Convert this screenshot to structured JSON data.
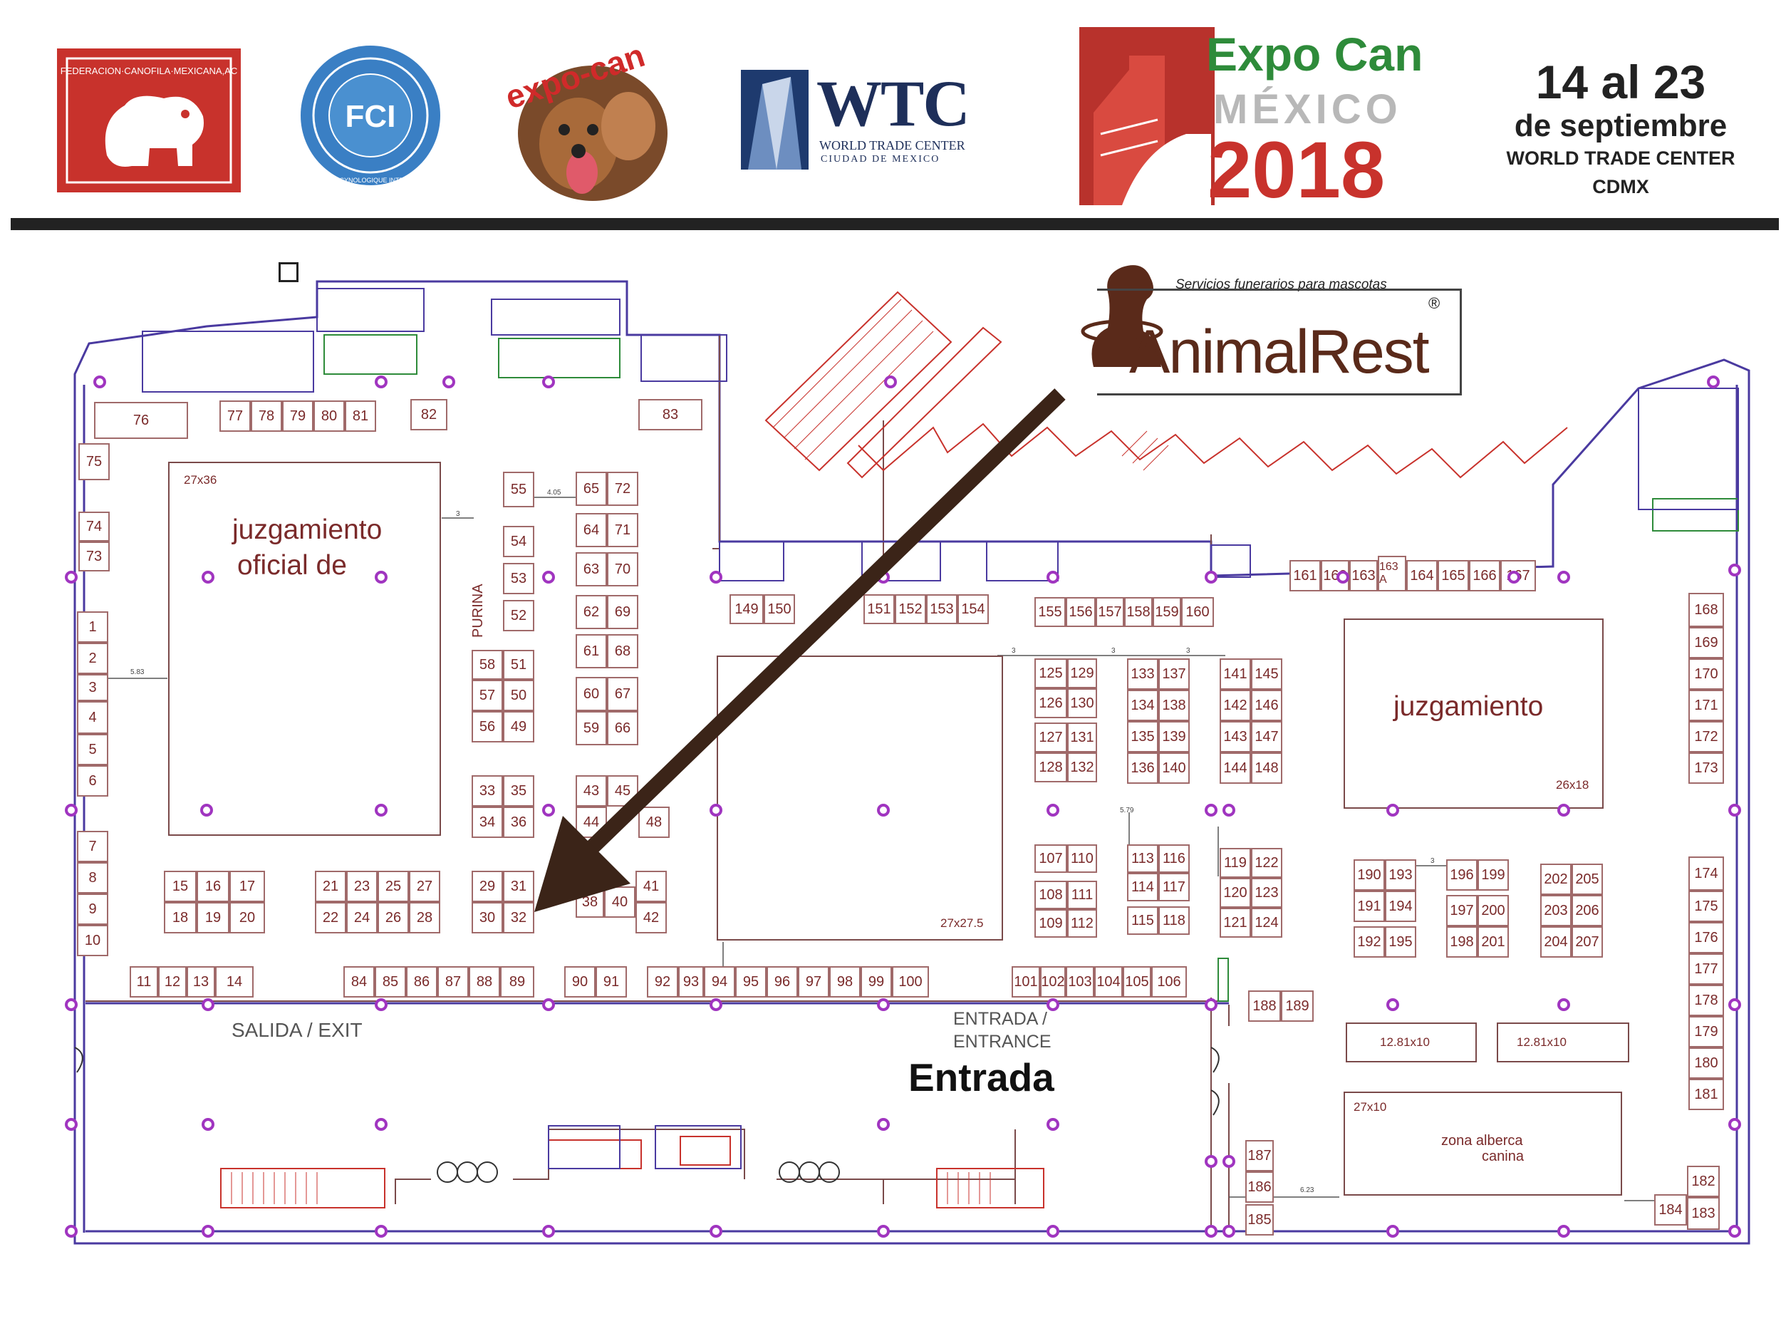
{
  "header": {
    "fcm_logo_text": "FEDERACION·CANOFILA·MEXICANA,AC",
    "fci_logo": {
      "center": "FCI",
      "ring": "FEDERATION CYNOLOGIQUE INTERNATIONALE"
    },
    "expocan_logo_text": "expo-can",
    "wtc_logo": {
      "title": "WTC",
      "line1": "WORLD TRADE CENTER",
      "line2": "CIUDAD DE MEXICO"
    },
    "event_logo": {
      "line1": "Expo Can",
      "line2": "MÉXICO",
      "line3": "2018"
    },
    "dates": {
      "line1": "14 al 23",
      "line2": "de septiembre",
      "line3": "WORLD TRADE CENTER CDMX"
    }
  },
  "sponsor": {
    "tagline": "Servicios funerarios para mascotas",
    "brand": "AnimalRest",
    "reg_mark": "®"
  },
  "map": {
    "hall_left": {
      "size": "27x36",
      "line1": "juzgamiento",
      "line2": "oficial de"
    },
    "hall_center": {
      "size": "27x27.5"
    },
    "hall_right": {
      "title": "juzgamiento",
      "size": "26x18"
    },
    "area_1": "12.81x10",
    "area_2": "12.81x10",
    "pool": {
      "size": "27x10",
      "line1": "zona alberca",
      "line2": "canina"
    },
    "purina": "PURINA",
    "exit_label": "SALIDA / EXIT",
    "entrance_line1": "ENTRADA /",
    "entrance_line2": "ENTRANCE",
    "entrada_callout": "Entrada",
    "dims": [
      "5.83",
      "4.05",
      "3",
      "3",
      "3",
      "3",
      "5.79",
      "6.23",
      "3"
    ]
  },
  "colors": {
    "booth_text": "#7a2a2a",
    "booth_border": "#a06a6a",
    "pillar": "#a035c0",
    "hall_text": "#7a2a2a",
    "arrow": "#3b2418",
    "logo_red": "#c8322c",
    "logo_green": "#2e8b3a"
  },
  "booths": [
    "1",
    "2",
    "3",
    "4",
    "5",
    "6",
    "7",
    "8",
    "9",
    "10",
    "11",
    "12",
    "13",
    "14",
    "15",
    "16",
    "17",
    "18",
    "19",
    "20",
    "21",
    "22",
    "23",
    "24",
    "25",
    "26",
    "27",
    "28",
    "29",
    "30",
    "31",
    "32",
    "33",
    "34",
    "35",
    "36",
    "38",
    "40",
    "41",
    "42",
    "43",
    "44",
    "45",
    "48",
    "49",
    "50",
    "51",
    "52",
    "53",
    "54",
    "55",
    "56",
    "57",
    "58",
    "59",
    "60",
    "61",
    "62",
    "63",
    "64",
    "65",
    "66",
    "67",
    "68",
    "69",
    "70",
    "71",
    "72",
    "73",
    "74",
    "75",
    "76",
    "77",
    "78",
    "79",
    "80",
    "81",
    "82",
    "83",
    "84",
    "85",
    "86",
    "87",
    "88",
    "89",
    "90",
    "91",
    "92",
    "93",
    "94",
    "95",
    "96",
    "97",
    "98",
    "99",
    "100",
    "101",
    "102",
    "103",
    "104",
    "105",
    "106",
    "107",
    "108",
    "109",
    "110",
    "111",
    "112",
    "113",
    "114",
    "115",
    "116",
    "117",
    "118",
    "119",
    "120",
    "121",
    "122",
    "123",
    "124",
    "125",
    "126",
    "127",
    "128",
    "129",
    "130",
    "131",
    "132",
    "133",
    "134",
    "135",
    "136",
    "137",
    "138",
    "139",
    "140",
    "141",
    "142",
    "143",
    "144",
    "145",
    "146",
    "147",
    "148",
    "149",
    "150",
    "151",
    "152",
    "153",
    "154",
    "155",
    "156",
    "157",
    "158",
    "159",
    "160",
    "161",
    "162",
    "163",
    "163 A",
    "164",
    "165",
    "166",
    "167",
    "168",
    "169",
    "170",
    "171",
    "172",
    "173",
    "174",
    "175",
    "176",
    "177",
    "178",
    "179",
    "180",
    "181",
    "182",
    "183",
    "184",
    "185",
    "186",
    "187",
    "188",
    "189",
    "190",
    "191",
    "192",
    "193",
    "194",
    "195",
    "196",
    "197",
    "198",
    "199",
    "200",
    "201",
    "202",
    "203",
    "204",
    "205",
    "206",
    "207"
  ]
}
